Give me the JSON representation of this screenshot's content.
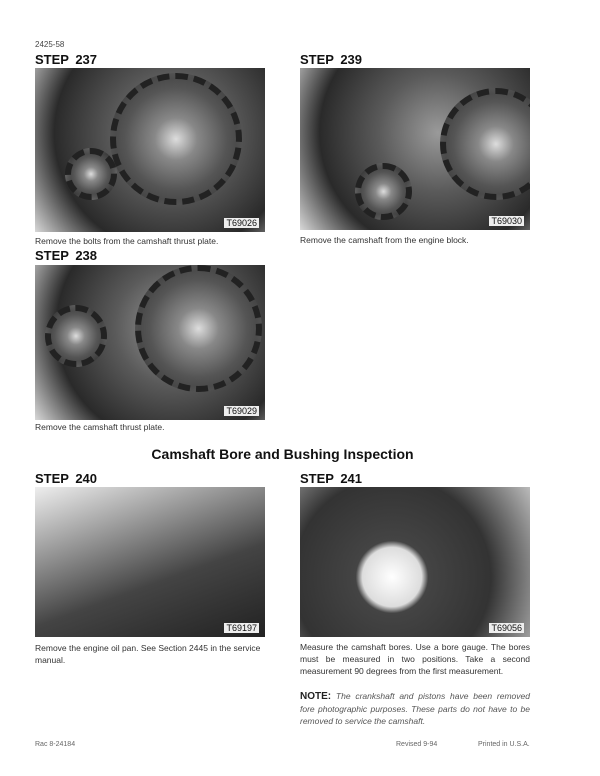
{
  "page_number": "2425-58",
  "steps": [
    {
      "title": "STEP  237",
      "photo_code": "T69026",
      "caption": "Remove the bolts from the camshaft thrust plate."
    },
    {
      "title": "STEP  239",
      "photo_code": "T69030",
      "caption": "Remove the camshaft from the engine block."
    },
    {
      "title": "STEP  238",
      "photo_code": "T69029",
      "caption": "Remove the camshaft thrust plate."
    },
    {
      "title": "STEP  240",
      "photo_code": "T69197",
      "caption": "Remove the engine oil pan. See Section 2445 in the service manual."
    },
    {
      "title": "STEP  241",
      "photo_code": "T69056",
      "caption": "Measure the camshaft bores. Use a bore gauge. The bores must be measured in two positions. Take a second measurement 90 degrees from the first measurement."
    }
  ],
  "section_heading": "Camshaft Bore and Bushing Inspection",
  "note": {
    "label": "NOTE:",
    "text": "The crankshaft and pistons have been removed fore photographic purposes. These parts do not have to be removed to service the camshaft."
  },
  "footer": {
    "left": "Rac 8-24184",
    "center": "Revised 9-94",
    "right": "Printed in U.S.A."
  }
}
